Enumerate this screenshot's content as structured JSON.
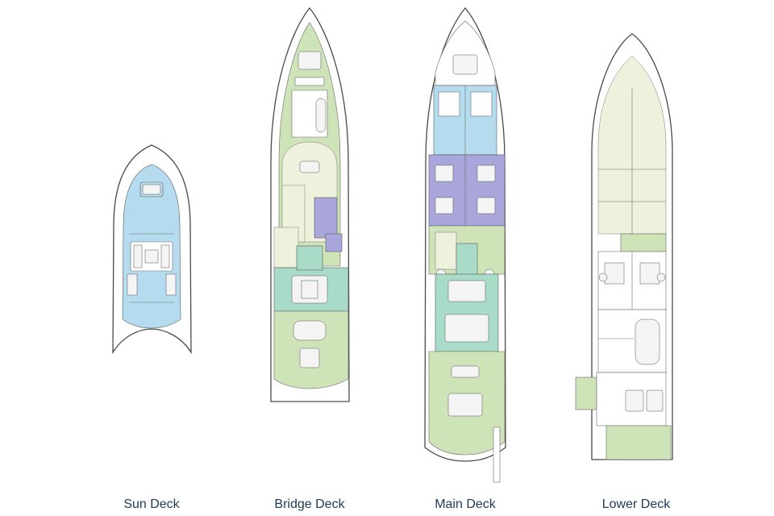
{
  "decks": [
    {
      "id": "sun",
      "label": "Sun Deck"
    },
    {
      "id": "bridge",
      "label": "Bridge Deck"
    },
    {
      "id": "main",
      "label": "Main Deck"
    },
    {
      "id": "lower",
      "label": "Lower Deck"
    }
  ],
  "colors": {
    "label_text": "#1f3a56",
    "exterior_deck": "#cfe3b8",
    "interior_light": "#eef1dc",
    "saloon": "#a9dcc8",
    "guest_cabin": "#a9a6dc",
    "owner_suite": "#b5dcee",
    "sun_pool_area": "#b5dcee"
  }
}
